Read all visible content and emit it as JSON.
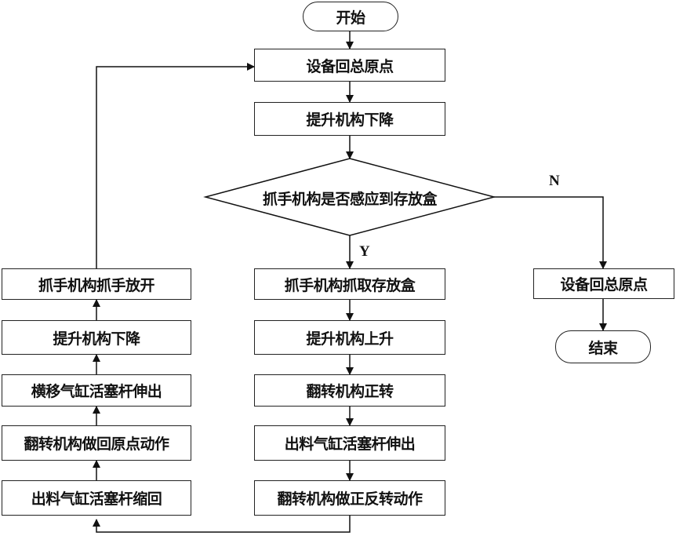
{
  "flow": {
    "start": "开始",
    "step1": "设备回总原点",
    "step2": "提升机构下降",
    "decision": "抓手机构是否感应到存放盒",
    "no_label": "N",
    "yes_label": "Y",
    "no_branch_step": "设备回总原点",
    "end": "结束",
    "yes_steps": [
      "抓手机构抓取存放盒",
      "提升机构上升",
      "翻转机构正转",
      "出料气缸活塞杆伸出",
      "翻转机构做正反转动作"
    ],
    "return_steps": [
      "抓手机构抓手放开",
      "提升机构下降",
      "横移气缸活塞杆伸出",
      "翻转机构做回原点动作",
      "出料气缸活塞杆缩回"
    ]
  }
}
